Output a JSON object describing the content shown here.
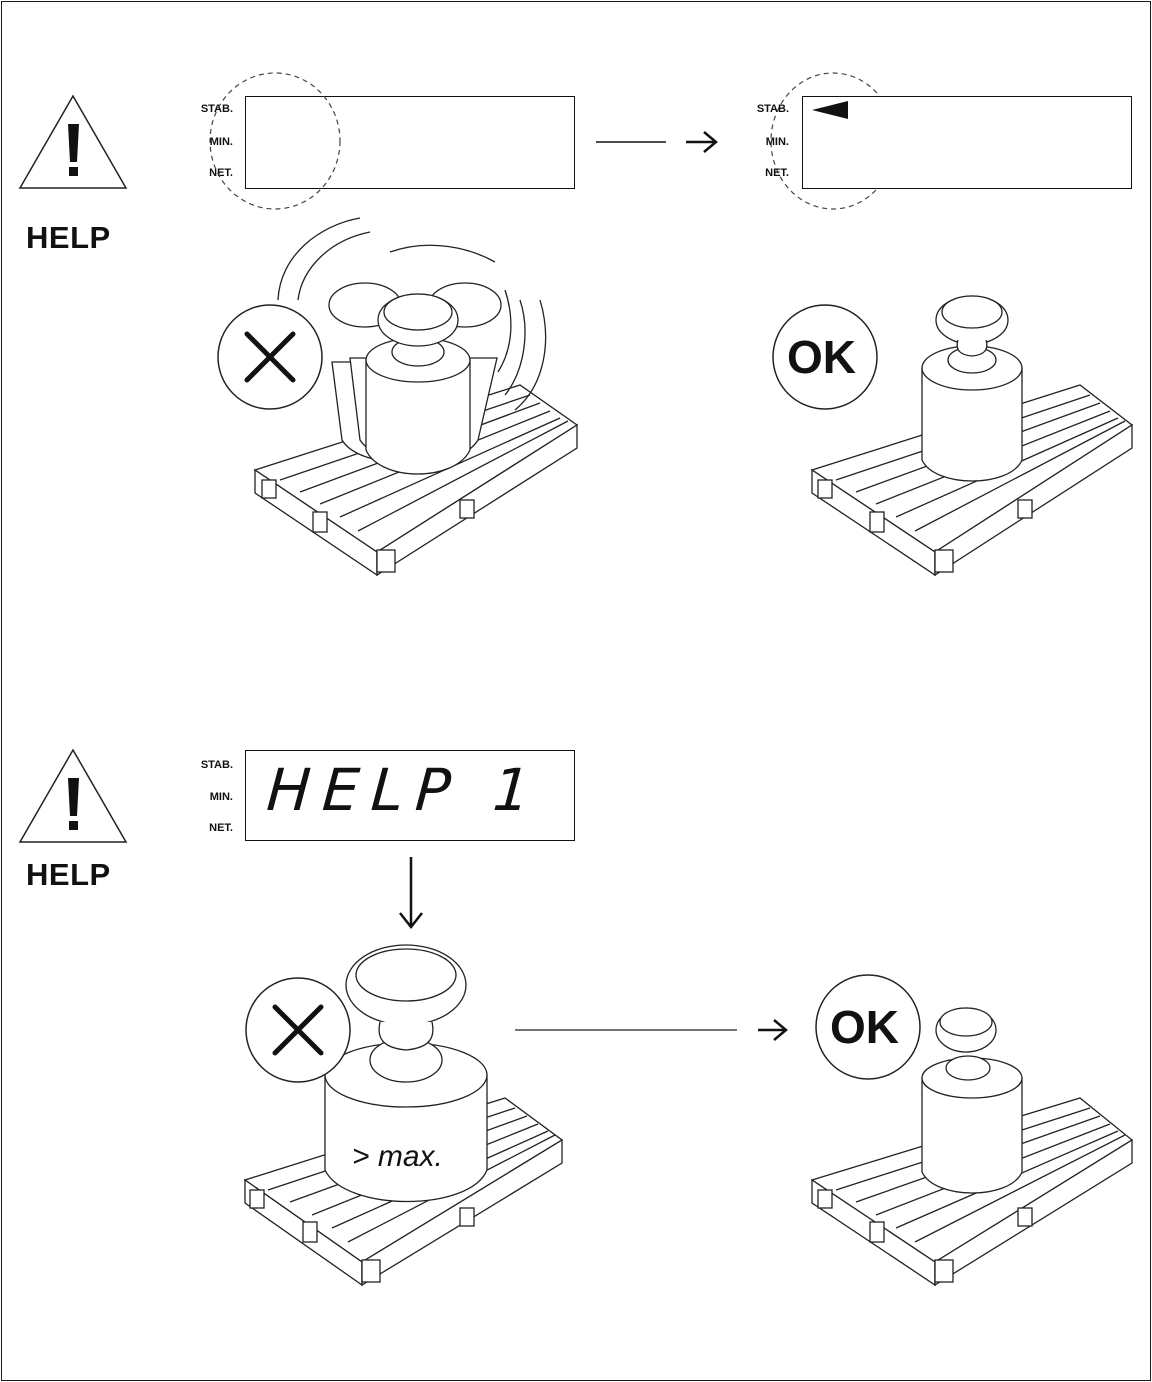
{
  "top": {
    "help_label": "HELP",
    "indicators": [
      "STAB.",
      "MIN.",
      "NET."
    ],
    "ok_label": "OK"
  },
  "bottom": {
    "help_label": "HELP",
    "indicators": [
      "STAB.",
      "MIN.",
      "NET."
    ],
    "display_text": "HELP 1",
    "max_label": "> max.",
    "ok_label": "OK"
  },
  "icons": [
    "warning-triangle-icon",
    "cross-icon",
    "arrow-right-icon",
    "arrow-down-icon",
    "stable-arrow-icon"
  ]
}
